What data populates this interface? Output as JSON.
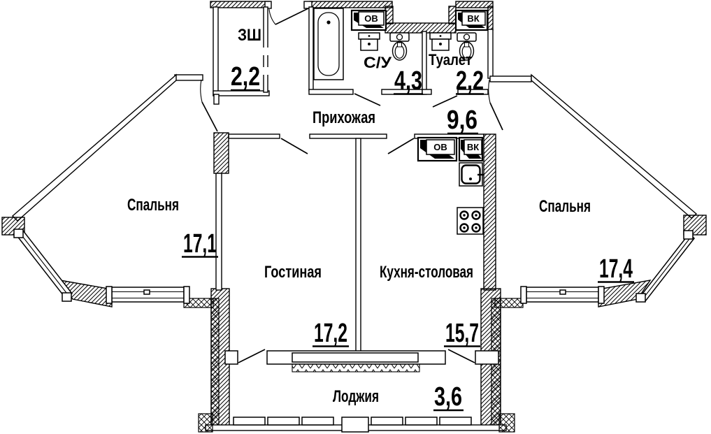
{
  "plan": {
    "background": "#ffffff",
    "line_color": "#000000",
    "rooms": [
      {
        "id": "closet",
        "name": "ЗШ",
        "area": "2,2"
      },
      {
        "id": "bathroom",
        "name": "С/У",
        "area": "4,3"
      },
      {
        "id": "toilet",
        "name": "Туалет",
        "area": "2,2"
      },
      {
        "id": "hallway",
        "name": "Прихожая",
        "area": "9,6"
      },
      {
        "id": "bedroom-left",
        "name": "Спальня",
        "area": "17,1"
      },
      {
        "id": "living-room",
        "name": "Гостиная",
        "area": "17,2"
      },
      {
        "id": "kitchen-dining",
        "name": "Кухня-столовая",
        "area": "15,7"
      },
      {
        "id": "bedroom-right",
        "name": "Спальня",
        "area": "17,4"
      },
      {
        "id": "loggia",
        "name": "Лоджия",
        "area": "3,6"
      }
    ],
    "vents": {
      "ov": "ОВ",
      "vk": "ВК"
    }
  }
}
